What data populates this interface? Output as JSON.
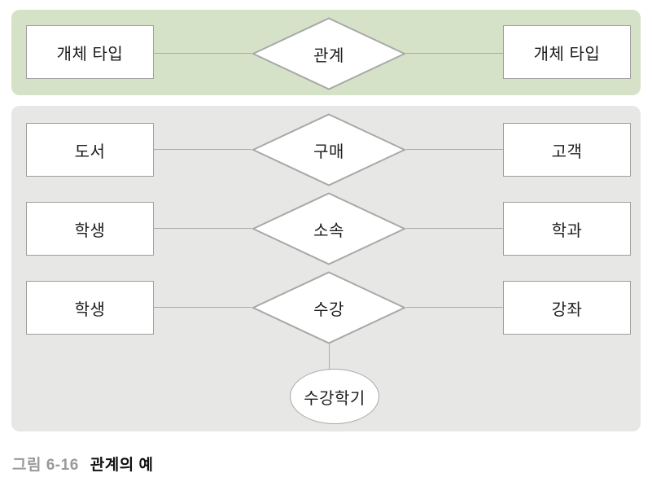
{
  "caption": {
    "prefix": "그림 6-16",
    "title": "관계의 예"
  },
  "colors": {
    "legend_panel_bg": "#d6e2c8",
    "examples_panel_bg": "#e7e7e5",
    "shape_fill": "#ffffff",
    "shape_border": "#9e9e9e",
    "connector": "#aaaaaa",
    "text": "#1c1c1c",
    "caption_prefix": "#9a9a9a",
    "caption_title": "#111111"
  },
  "legend": {
    "left_entity": "개체 타입",
    "relationship": "관계",
    "right_entity": "개체 타입"
  },
  "rows": [
    {
      "left_entity": "도서",
      "relationship": "구매",
      "right_entity": "고객"
    },
    {
      "left_entity": "학생",
      "relationship": "소속",
      "right_entity": "학과"
    },
    {
      "left_entity": "학생",
      "relationship": "수강",
      "right_entity": "강좌",
      "attribute": "수강학기"
    }
  ]
}
